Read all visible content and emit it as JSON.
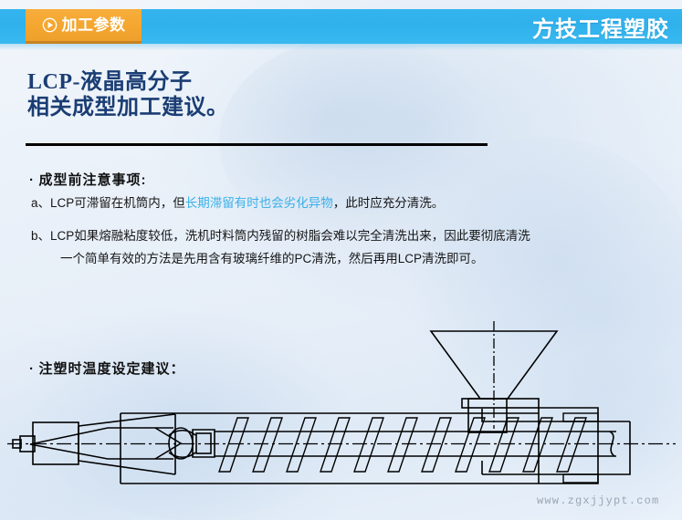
{
  "header": {
    "tab": {
      "icon": "play-circle-icon",
      "label": "加工参数"
    },
    "brand": "方技工程塑胶",
    "band_color": "#33b3ed",
    "tab_color": "#f4a62f"
  },
  "title": {
    "line1": "LCP-液晶高分子",
    "line2": "相关成型加工建议。",
    "color": "#1a3d73"
  },
  "sections": {
    "pre_molding": {
      "bullet": "·",
      "heading": "成型前注意事项:",
      "items": [
        {
          "marker": "a、",
          "text_before": "LCP可滞留在机筒内，但",
          "highlight": "长期滞留有时也会劣化异物",
          "highlight_color": "#3ab0e8",
          "text_after": "，此时应充分清洗。"
        },
        {
          "marker": "b、",
          "line1": "LCP如果熔融粘度较低，洗机时料筒内残留的树脂会难以完全清洗出来，因此要彻底清洗",
          "line2": "一个简单有效的方法是先用含有玻璃纤维的PC清洗，然后再用LCP清洗即可。"
        }
      ]
    },
    "temperature": {
      "bullet": "·",
      "heading": "注塑时温度设定建议："
    }
  },
  "diagram": {
    "name": "injection-molding-screw-barrel-diagram",
    "stroke_color": "#000000",
    "parts": [
      "nozzle-tip",
      "nozzle-body",
      "barrel-front-housing",
      "screw-tip-check-ring",
      "screw-flights",
      "barrel",
      "feed-throat",
      "hopper",
      "heater-bands",
      "centerline"
    ]
  },
  "watermark": {
    "text": "www.zgxjjypt.com"
  }
}
